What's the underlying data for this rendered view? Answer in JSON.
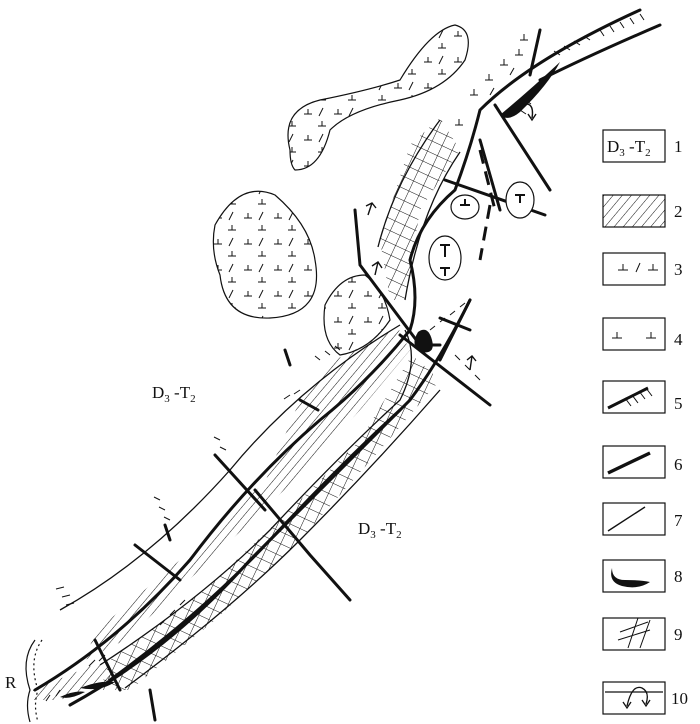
{
  "map": {
    "unit_labels": [
      {
        "id": "nw",
        "main": "D",
        "sub1": "3",
        "mid": " -T",
        "sub2": "2"
      },
      {
        "id": "se",
        "main": "D",
        "sub1": "3",
        "mid": " -T",
        "sub2": "2"
      }
    ],
    "river_label": "R"
  },
  "legend": {
    "items": [
      {
        "number": "1",
        "symbol": "unit-box",
        "text_main": "D",
        "text_sub1": "3",
        "text_mid": " -T",
        "text_sub2": "2"
      },
      {
        "number": "2",
        "symbol": "diagonal-hatch"
      },
      {
        "number": "3",
        "symbol": "tick-dash-pattern"
      },
      {
        "number": "4",
        "symbol": "tick-pattern"
      },
      {
        "number": "5",
        "symbol": "fault-with-ticks"
      },
      {
        "number": "6",
        "symbol": "thick-line"
      },
      {
        "number": "7",
        "symbol": "thin-line"
      },
      {
        "number": "8",
        "symbol": "black-lens"
      },
      {
        "number": "9",
        "symbol": "cross-hatch"
      },
      {
        "number": "10",
        "symbol": "fold-arrow"
      }
    ]
  }
}
